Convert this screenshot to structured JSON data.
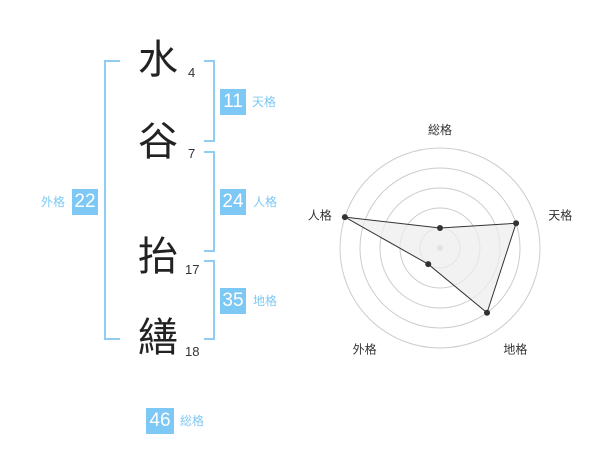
{
  "name": {
    "chars": [
      {
        "char": "水",
        "strokes": "4"
      },
      {
        "char": "谷",
        "strokes": "7"
      },
      {
        "char": "抬",
        "strokes": "17"
      },
      {
        "char": "繕",
        "strokes": "18"
      }
    ]
  },
  "fortune": {
    "tenkaku": {
      "value": "11",
      "label": "天格"
    },
    "jinkaku": {
      "value": "24",
      "label": "人格"
    },
    "chikaku": {
      "value": "35",
      "label": "地格"
    },
    "gaikaku": {
      "value": "22",
      "label": "外格"
    },
    "soukaku": {
      "value": "46",
      "label": "総格"
    }
  },
  "colors": {
    "accent": "#7dc8f4",
    "bracket": "#8fcdf2",
    "text": "#222222",
    "grid": "#cccccc",
    "polygon_fill": "#eeeeee"
  },
  "chart_data": {
    "type": "radar",
    "axes": [
      "総格",
      "天格",
      "地格",
      "外格",
      "人格"
    ],
    "max": 5,
    "levels": 5,
    "values": [
      1,
      4,
      4,
      1,
      5
    ]
  }
}
